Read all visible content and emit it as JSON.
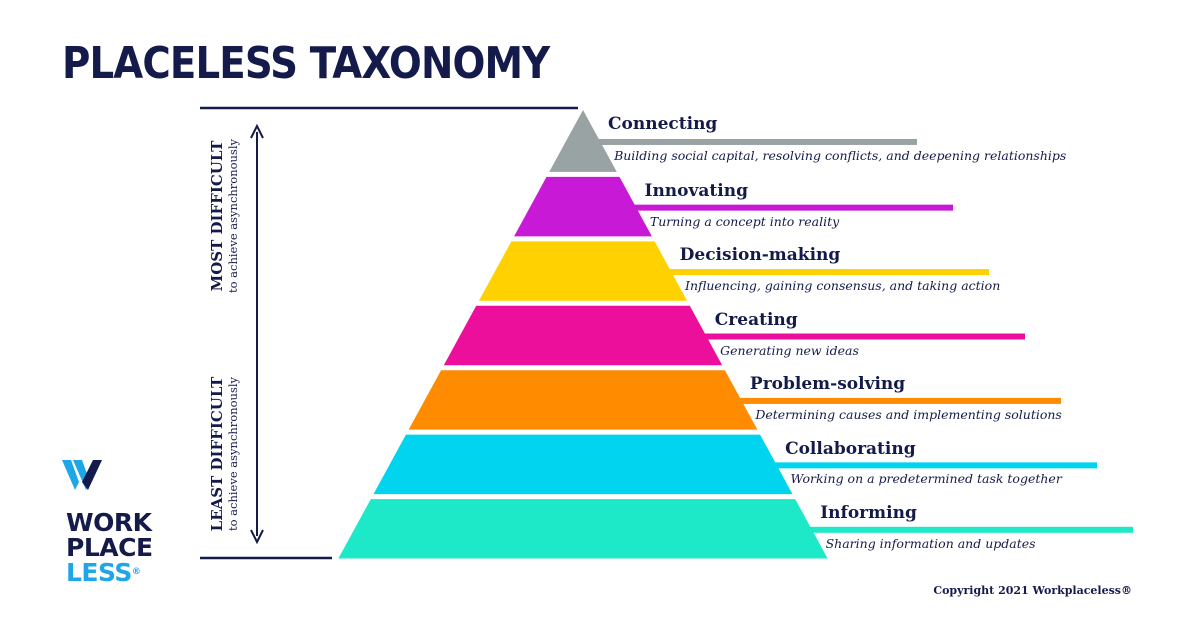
{
  "title": "PLACELESS TAXONOMY",
  "axis": {
    "top_label": "MOST DIFFICULT",
    "top_sub": "to achieve asynchronously",
    "bottom_label": "LEAST DIFFICULT",
    "bottom_sub": "to achieve asynchronously"
  },
  "levels": [
    {
      "name": "Connecting",
      "description": "Building social capital, resolving conflicts, and deepening relationships",
      "color": "#9aa3a4"
    },
    {
      "name": "Innovating",
      "description": "Turning a concept into reality",
      "color": "#c81ad6"
    },
    {
      "name": "Decision-making",
      "description": "Influencing, gaining consensus, and taking action",
      "color": "#ffd100"
    },
    {
      "name": "Creating",
      "description": "Generating new ideas",
      "color": "#ec0f9c"
    },
    {
      "name": "Problem-solving",
      "description": "Determining causes and implementing solutions",
      "color": "#ff8c00"
    },
    {
      "name": "Collaborating",
      "description": "Working on a predetermined task together",
      "color": "#00d4ef"
    },
    {
      "name": "Informing",
      "description": "Sharing information and updates",
      "color": "#1de9c8"
    }
  ],
  "logo": {
    "line1": "WORK",
    "line2": "PLACE",
    "line3": "LESS",
    "mark": "®"
  },
  "copyright": "Copyright 2021 Workplaceless®",
  "colors": {
    "navy": "#141a4a",
    "logo_blue": "#1ea6e8"
  }
}
